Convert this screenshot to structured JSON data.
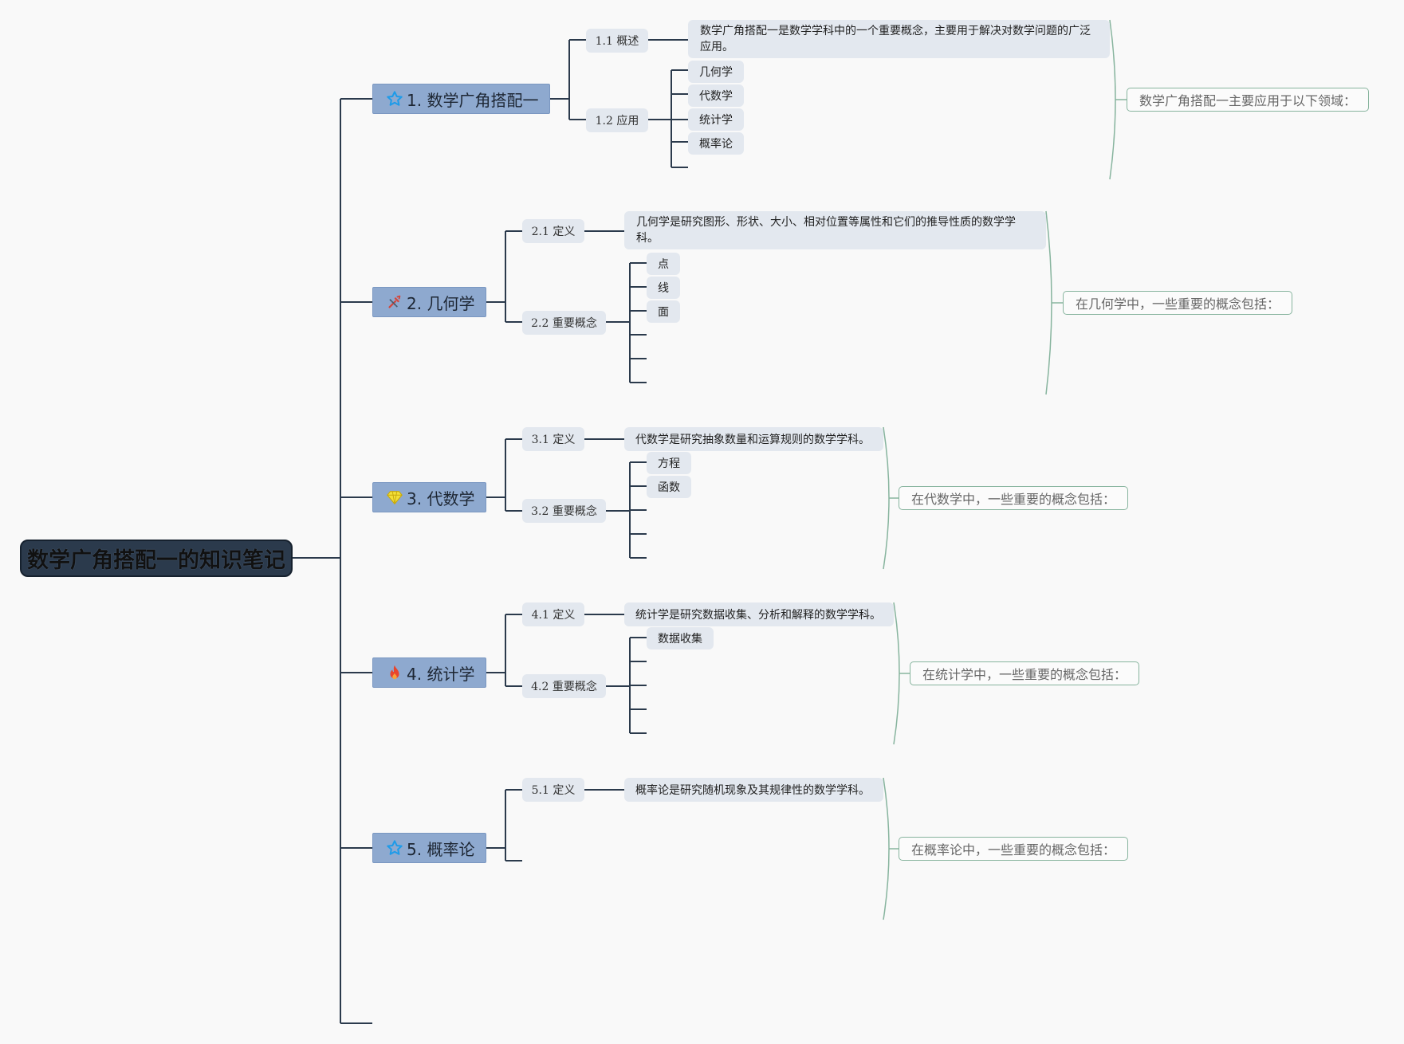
{
  "root": {
    "title": "数学广角搭配一的知识笔记"
  },
  "topics": [
    {
      "label": "1. 数学广角搭配一",
      "icon": "star-icon",
      "subs": [
        {
          "label": "1.1 概述"
        },
        {
          "label": "1.2 应用"
        }
      ],
      "definition": "数学广角搭配一是数学学科中的一个重要概念，主要用于解决对数学问题的广泛应用。",
      "items": [
        "几何学",
        "代数学",
        "统计学",
        "概率论"
      ],
      "summary": "数学广角搭配一主要应用于以下领域："
    },
    {
      "label": "2. 几何学",
      "icon": "tools-icon",
      "subs": [
        {
          "label": "2.1 定义"
        },
        {
          "label": "2.2 重要概念"
        }
      ],
      "definition": "几何学是研究图形、形状、大小、相对位置等属性和它们的推导性质的数学学科。",
      "items": [
        "点",
        "线",
        "面"
      ],
      "summary": "在几何学中，一些重要的概念包括："
    },
    {
      "label": "3. 代数学",
      "icon": "diamond-icon",
      "subs": [
        {
          "label": "3.1 定义"
        },
        {
          "label": "3.2 重要概念"
        }
      ],
      "definition": "代数学是研究抽象数量和运算规则的数学学科。",
      "items": [
        "方程",
        "函数"
      ],
      "summary": "在代数学中，一些重要的概念包括："
    },
    {
      "label": "4. 统计学",
      "icon": "fire-icon",
      "subs": [
        {
          "label": "4.1 定义"
        },
        {
          "label": "4.2 重要概念"
        }
      ],
      "definition": "统计学是研究数据收集、分析和解释的数学学科。",
      "items": [
        "数据收集"
      ],
      "summary": "在统计学中，一些重要的概念包括："
    },
    {
      "label": "5. 概率论",
      "icon": "star-icon",
      "subs": [
        {
          "label": "5.1 定义"
        }
      ],
      "definition": "概率论是研究随机现象及其规律性的数学学科。",
      "items": [],
      "summary": "在概率论中，一些重要的概念包括："
    }
  ],
  "colors": {
    "background": "#f9f9f9",
    "root_fill": "#2b3a4c",
    "topic_fill": "#8ea9cf",
    "sub_fill": "#e3e8ef",
    "line": "#2b3a4c",
    "summary_border": "#87b49e"
  }
}
